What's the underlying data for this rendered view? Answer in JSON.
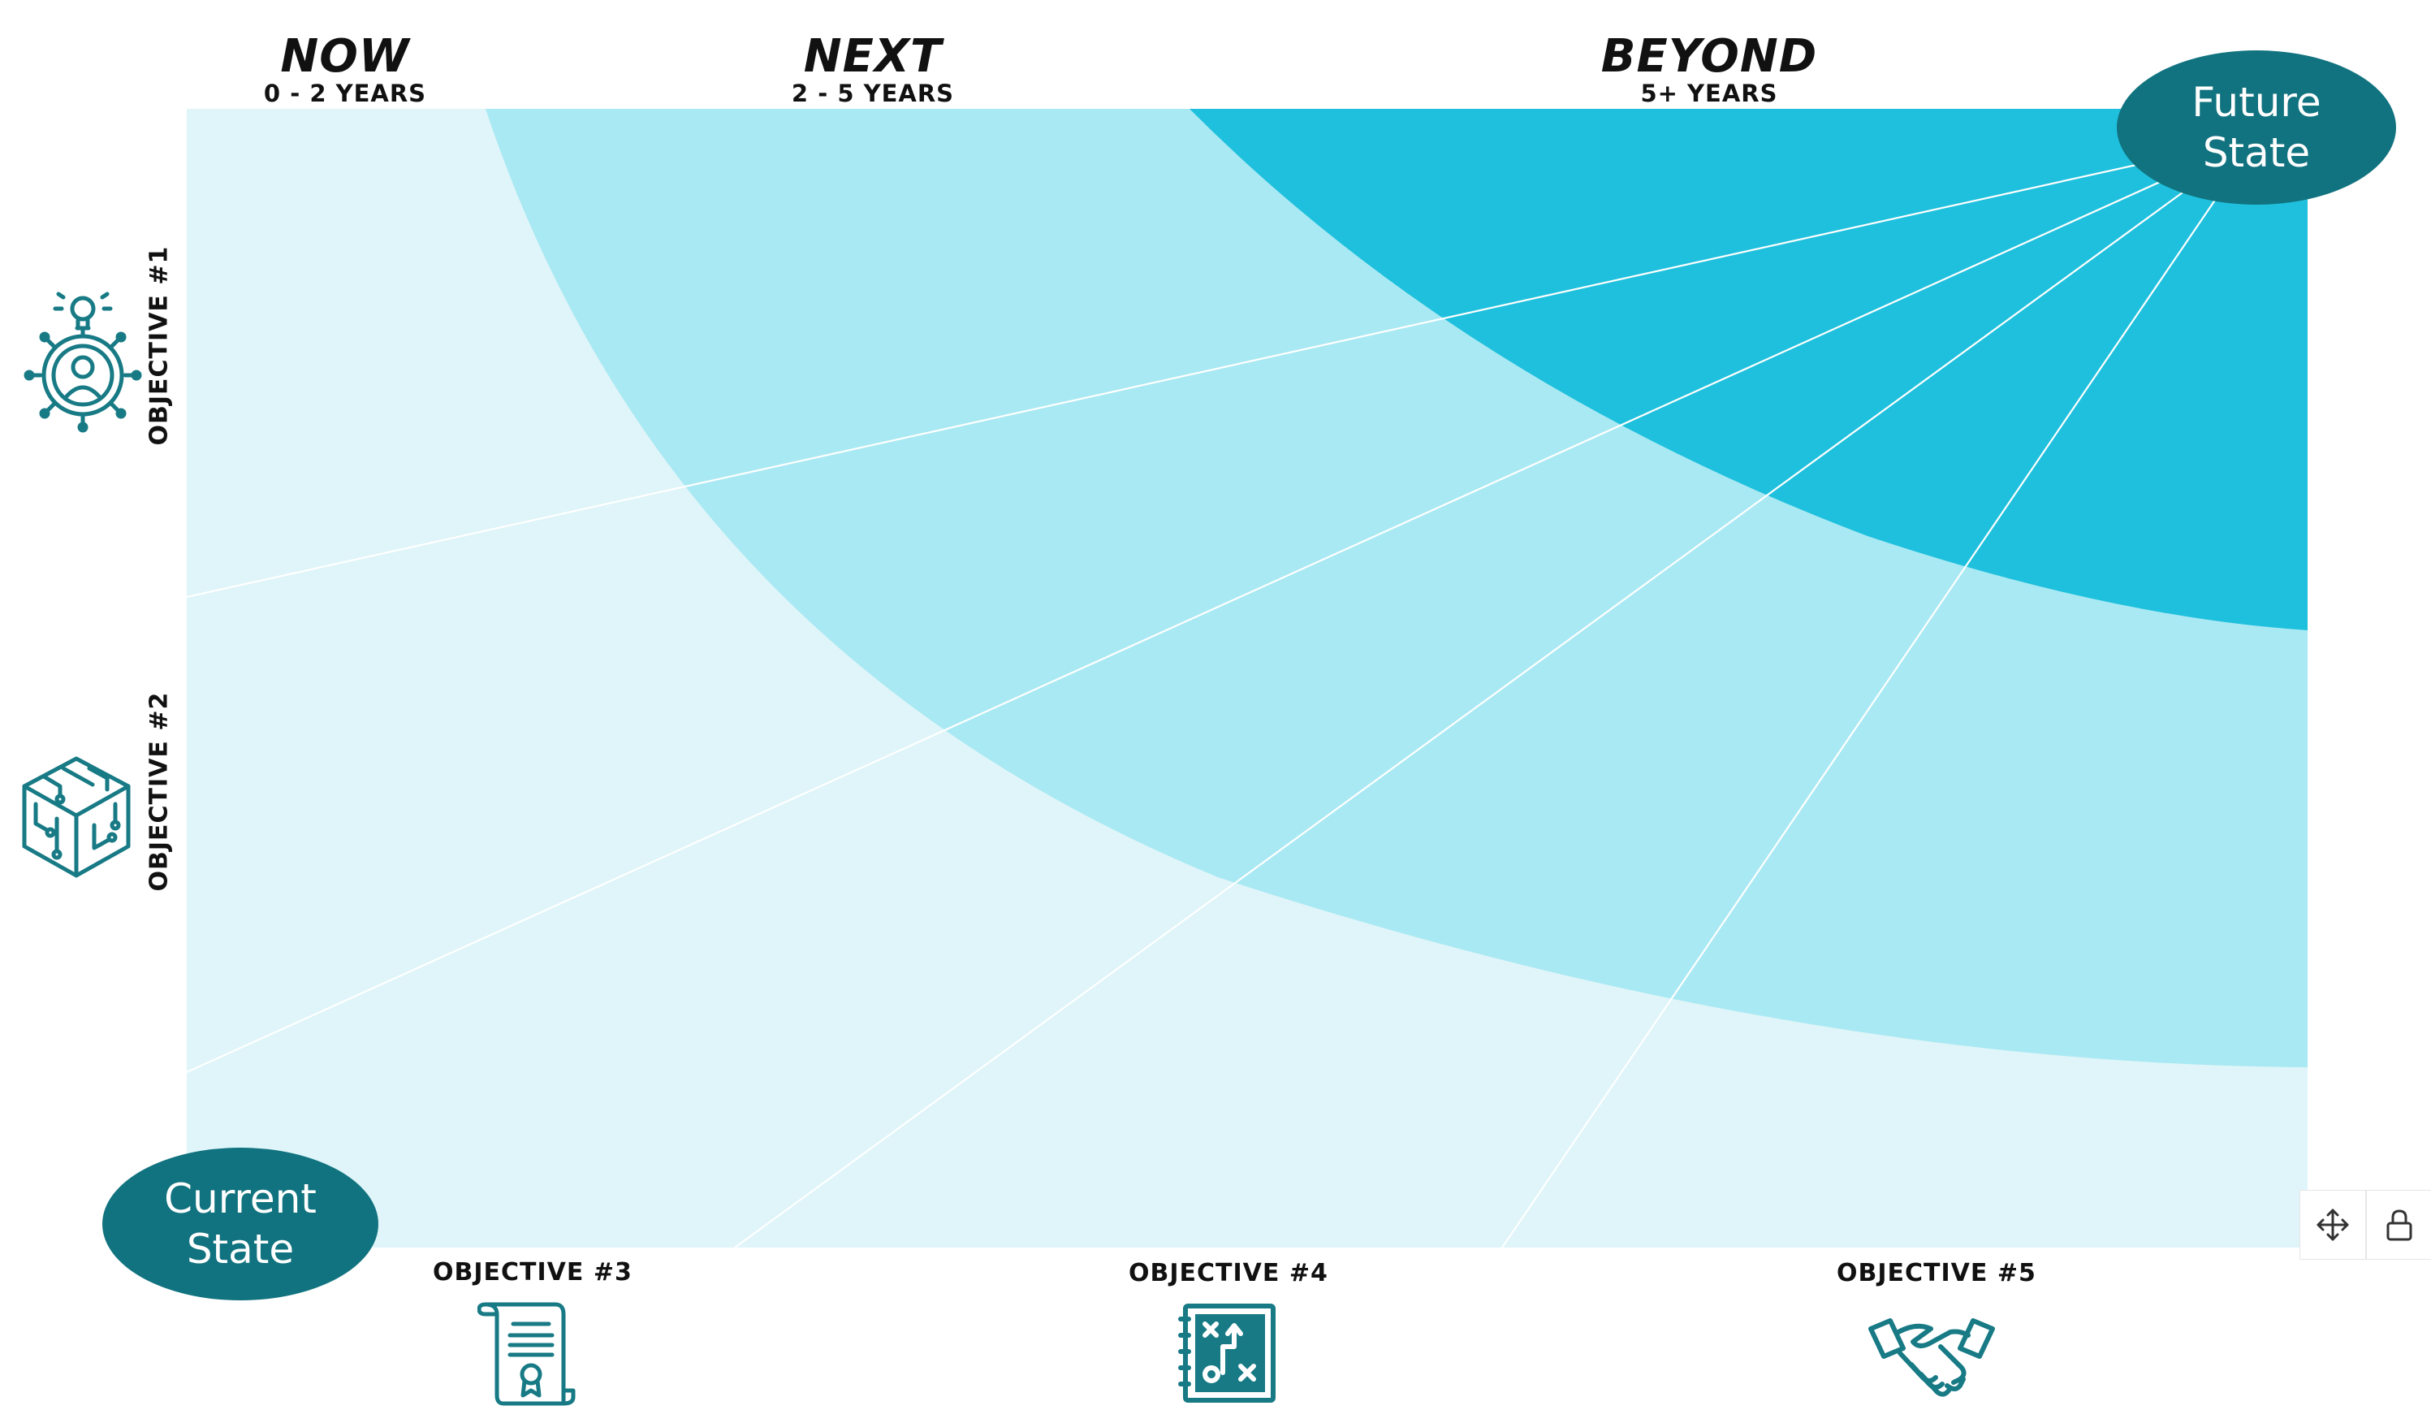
{
  "colors": {
    "background": "#ffffff",
    "now_band": "#dff5f9",
    "next_band": "#a9e9f3",
    "beyond_band": "#1fc0dd",
    "oval": "#11737f",
    "icon": "#177a85",
    "text": "#111111"
  },
  "phases": [
    {
      "name": "NOW",
      "years": "0 - 2 YEARS"
    },
    {
      "name": "NEXT",
      "years": "2 - 5 YEARS"
    },
    {
      "name": "BEYOND",
      "years": "5+ YEARS"
    }
  ],
  "endpoints": {
    "start": "Current\nState",
    "end": "Future\nState"
  },
  "objectives": [
    {
      "label": "OBJECTIVE #1",
      "icon": "idea-person-network-icon"
    },
    {
      "label": "OBJECTIVE #2",
      "icon": "circuit-cube-icon"
    },
    {
      "label": "OBJECTIVE #3",
      "icon": "certificate-scroll-icon"
    },
    {
      "label": "OBJECTIVE #4",
      "icon": "strategy-board-icon"
    },
    {
      "label": "OBJECTIVE #5",
      "icon": "handshake-icon"
    }
  ],
  "toolbar": {
    "move_icon": "move-icon",
    "lock_icon": "lock-icon"
  }
}
